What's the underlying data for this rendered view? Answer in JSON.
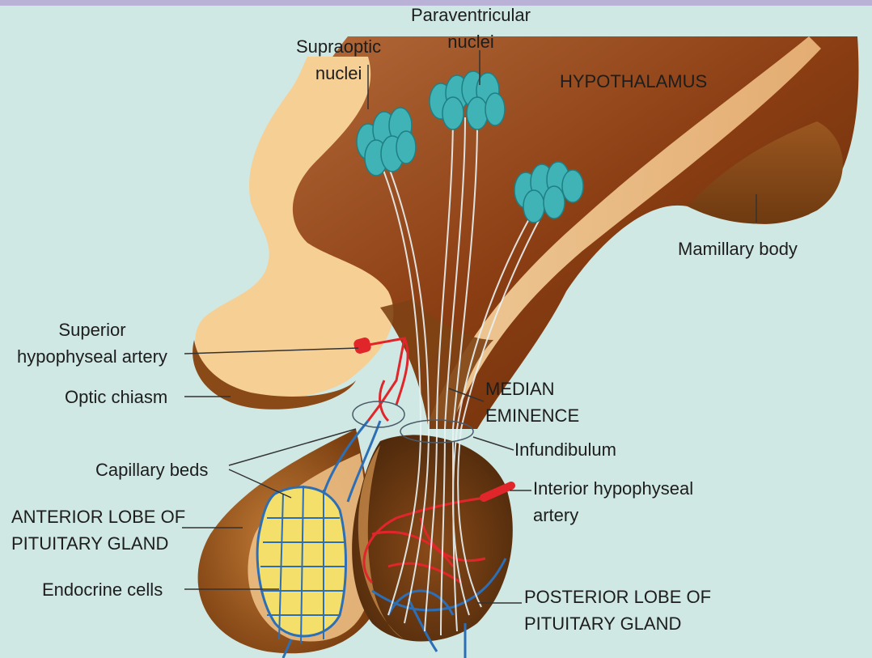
{
  "labels": {
    "paraventricular": [
      "Paraventricular",
      "nuclei"
    ],
    "supraoptic": [
      "Supraoptic",
      "nuclei"
    ],
    "hypothalamus": "HYPOTHALAMUS",
    "mamillary_body": "Mamillary body",
    "superior_artery": [
      "Superior",
      "hypophyseal artery"
    ],
    "optic_chiasm": "Optic chiasm",
    "median_eminence": [
      "MEDIAN",
      "EMINENCE"
    ],
    "infundibulum": "Infundibulum",
    "capillary_beds": "Capillary beds",
    "anterior_lobe": [
      "ANTERIOR LOBE OF",
      "PITUITARY GLAND"
    ],
    "interior_artery": [
      "Interior hypophyseal",
      "artery"
    ],
    "endocrine_cells": "Endocrine cells",
    "posterior_lobe": [
      "POSTERIOR LOBE OF",
      "PITUITARY GLAND"
    ]
  },
  "colors": {
    "background": "#cfe8e3",
    "hypothalamus": "#8a3d12",
    "tissue_light": "#f6cf95",
    "anterior_lobe": "#a85d1e",
    "posterior_lobe": "#6d3a12",
    "nuclei": "#3fb3b5",
    "artery": "#e0262b",
    "vein": "#2d6fb6",
    "endocrine": "#f4df6a"
  }
}
